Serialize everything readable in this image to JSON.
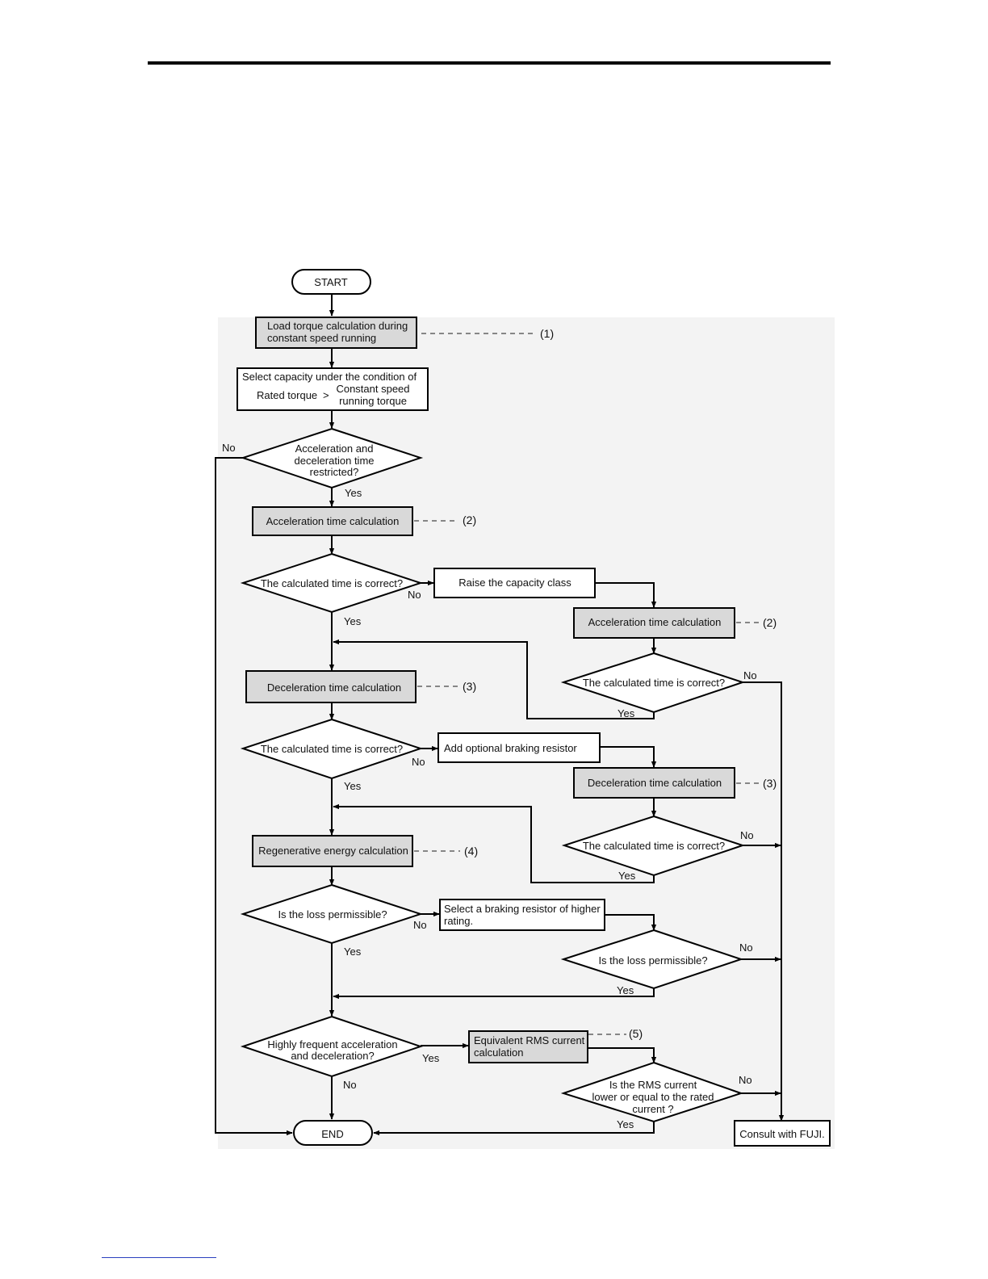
{
  "flowchart": {
    "start": "START",
    "end": "END",
    "load_torque": [
      "Load torque calculation during",
      "constant speed running"
    ],
    "select_capacity": {
      "line1": "Select capacity under the condition of",
      "rated": "Rated torque",
      "gt": ">",
      "constant1": "Constant speed",
      "constant2": "running torque"
    },
    "accel_decel_restricted": [
      "Acceleration and",
      "deceleration time",
      "restricted?"
    ],
    "accel_calc": "Acceleration time calculation",
    "decel_calc": "Deceleration time calculation",
    "decel_calc_right": "Deceleration time calculation",
    "calc_time_correct": "The calculated time is correct?",
    "raise_capacity": "Raise the capacity class",
    "add_resistor": "Add optional braking resistor",
    "regen_calc": "Regenerative energy calculation",
    "loss_permissible": "Is the loss permissible?",
    "select_higher": [
      "Select a braking resistor of higher",
      "rating."
    ],
    "high_freq": [
      "Highly frequent acceleration",
      "and deceleration?"
    ],
    "rms_calc": [
      "Equivalent RMS current",
      "calculation"
    ],
    "rms_question": [
      "Is the RMS current",
      "lower or equal to the rated",
      "current ?"
    ],
    "consult": "Consult with FUJI.",
    "yes": "Yes",
    "no": "No",
    "refs": [
      "(1)",
      "(2)",
      "(3)",
      "(4)",
      "(5)"
    ]
  }
}
